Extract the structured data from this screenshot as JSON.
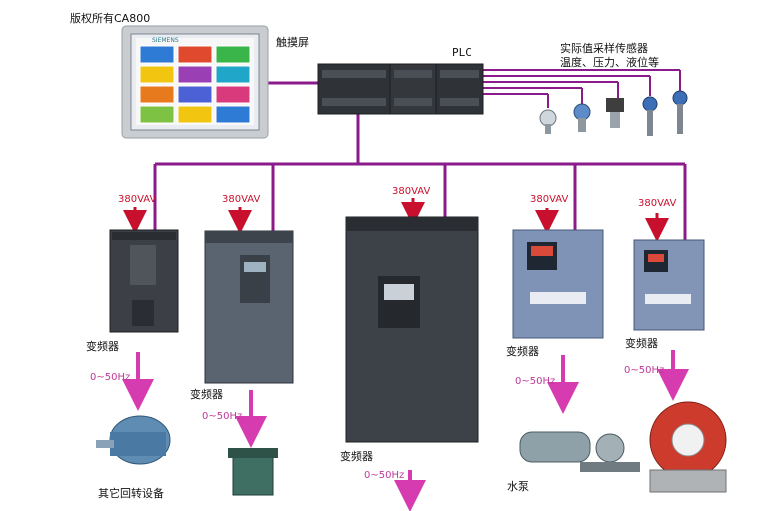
{
  "header": {
    "copyright": "版权所有CA800"
  },
  "touch_screen": {
    "label": "触摸屏",
    "brand": "SIEMENS",
    "tile_colors": [
      "#2e7bd6",
      "#e0492e",
      "#39b54a",
      "#f2c511",
      "#9b3fb5",
      "#1fa6c9",
      "#e87a1e",
      "#4d61d6",
      "#d93a7c",
      "#7dc242",
      "#f2c511",
      "#2e7bd6"
    ]
  },
  "plc": {
    "label": "PLC"
  },
  "sensors": {
    "line1": "实际值采样传感器",
    "line2": "温度、压力、液位等"
  },
  "drives": [
    {
      "supply": "380VAV",
      "label": "变频器",
      "freq": "0~50Hz"
    },
    {
      "supply": "380VAV",
      "label": "变频器",
      "freq": "0~50Hz"
    },
    {
      "supply": "380VAV",
      "label": "变频器",
      "freq": "0~50Hz"
    },
    {
      "supply": "380VAV",
      "label": "变频器",
      "freq": "0~50Hz"
    },
    {
      "supply": "380VAV",
      "label": "变频器",
      "freq": "0~50Hz"
    }
  ],
  "loads": {
    "other": "其它回转设备",
    "pump": "水泵"
  },
  "colors": {
    "bus": "#8b1a8b",
    "arrow_red": "#c8102e",
    "arrow_pink": "#d63cb0"
  }
}
